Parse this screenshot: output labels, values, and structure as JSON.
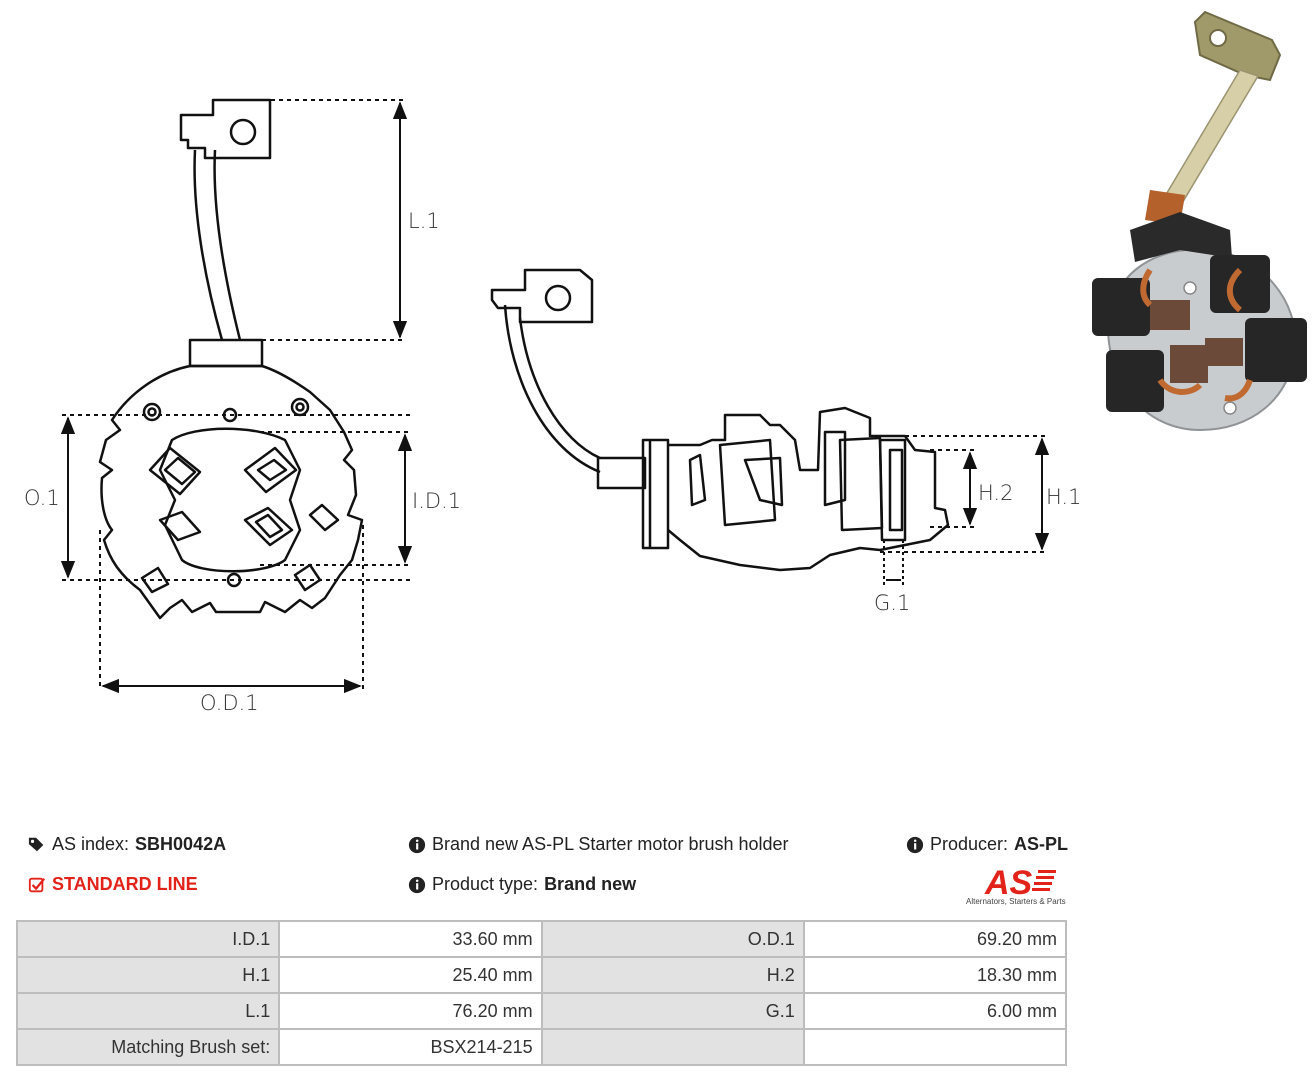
{
  "dimensions": {
    "L1": "L.1",
    "O1": "O.1",
    "ID1": "I.D.1",
    "OD1": "O.D.1",
    "H1": "H.1",
    "H2": "H.2",
    "G1": "G.1"
  },
  "info": {
    "as_index_label": "AS index:",
    "as_index_value": "SBH0042A",
    "standard_line": "STANDARD LINE",
    "description": "Brand new AS-PL Starter motor brush holder",
    "product_type_label": "Product type:",
    "product_type_value": "Brand new",
    "producer_label": "Producer:",
    "producer_value": "AS-PL"
  },
  "logo": {
    "mark": "AS",
    "tagline": "Alternators, Starters & Parts"
  },
  "specs": [
    {
      "k1": "I.D.1",
      "v1": "33.60 mm",
      "k2": "O.D.1",
      "v2": "69.20 mm"
    },
    {
      "k1": "H.1",
      "v1": "25.40 mm",
      "k2": "H.2",
      "v2": "18.30 mm"
    },
    {
      "k1": "L.1",
      "v1": "76.20 mm",
      "k2": "G.1",
      "v2": "6.00 mm"
    },
    {
      "k1": "Matching Brush set:",
      "v1": "BSX214-215",
      "k2": "",
      "v2": ""
    }
  ],
  "colors": {
    "accent_red": "#e2231a",
    "table_key_bg": "#e2e2e2",
    "table_border": "#bdbdbd"
  }
}
